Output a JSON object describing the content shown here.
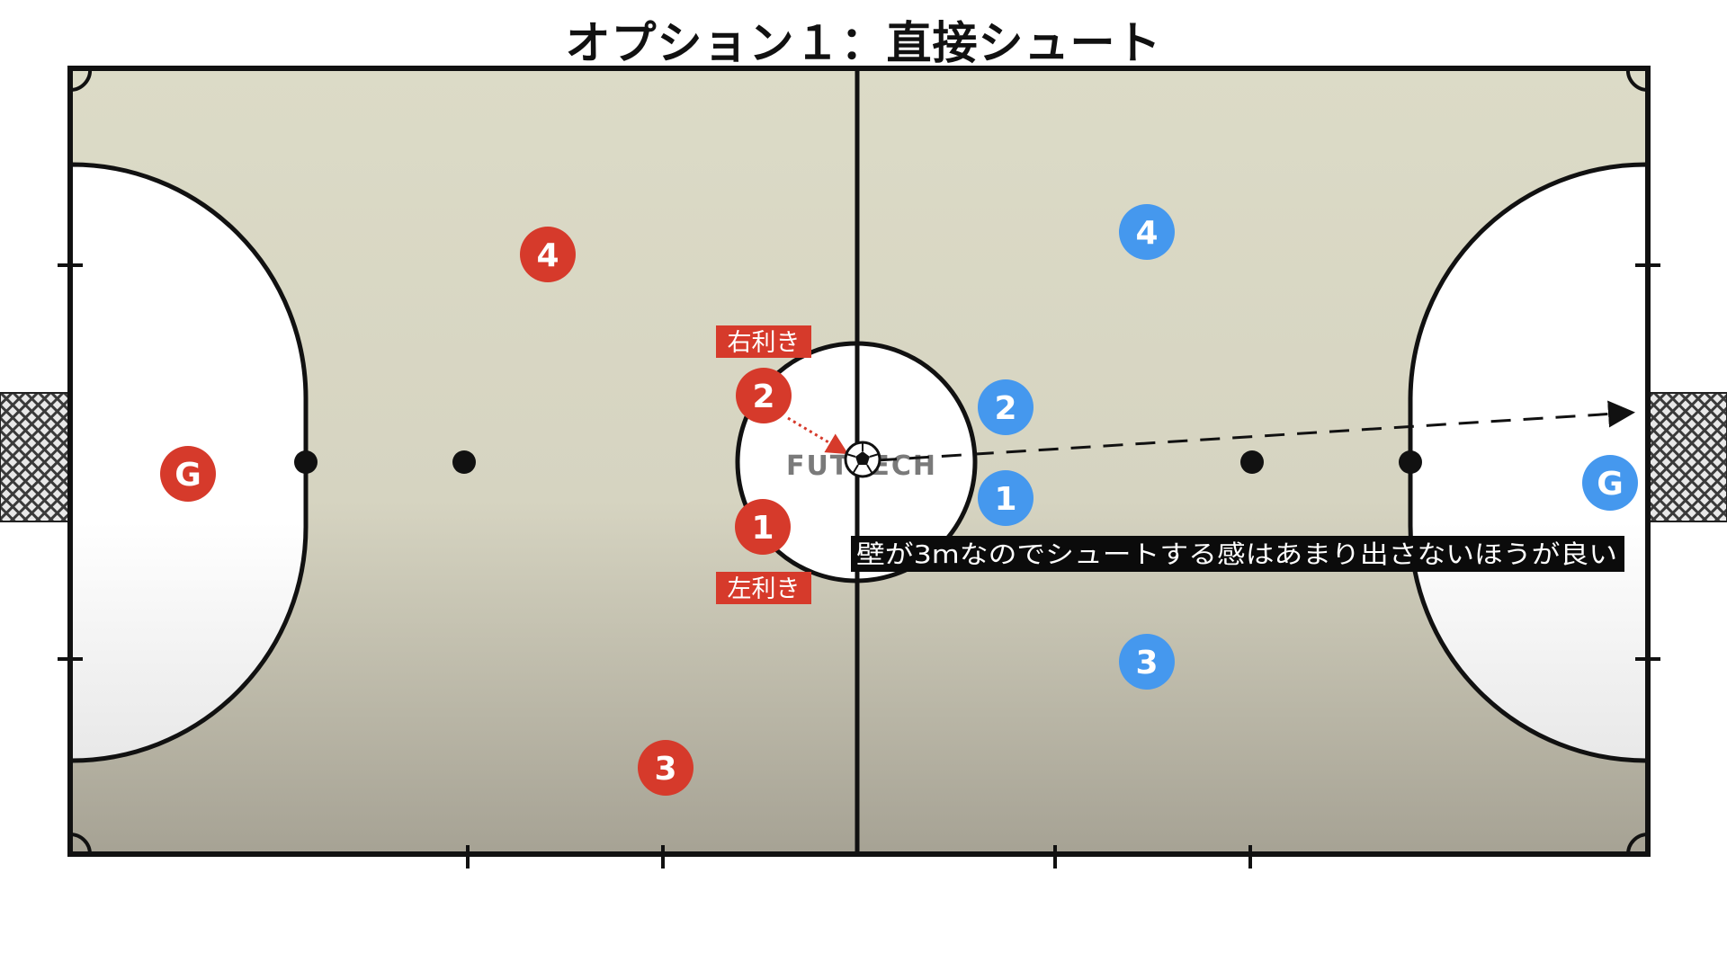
{
  "title": "オプション１：直接シュート",
  "watermark": "FUTTECH",
  "colors": {
    "red_team": "#d63a2b",
    "blue_team": "#4598ee",
    "court_top": "#dcdbc7",
    "court_bottom": "#a6a294",
    "line": "#111111",
    "label_bg": "#d63a2b",
    "note_bg": "#0b0b0b"
  },
  "red_players": [
    {
      "id": "G",
      "label": "G"
    },
    {
      "id": "1",
      "label": "1"
    },
    {
      "id": "2",
      "label": "2"
    },
    {
      "id": "3",
      "label": "3"
    },
    {
      "id": "4",
      "label": "4"
    }
  ],
  "blue_players": [
    {
      "id": "1",
      "label": "1"
    },
    {
      "id": "2",
      "label": "2"
    },
    {
      "id": "3",
      "label": "3"
    },
    {
      "id": "4",
      "label": "4"
    },
    {
      "id": "G",
      "label": "G"
    }
  ],
  "labels": {
    "right_footed": "右利き",
    "left_footed": "左利き"
  },
  "note": "壁が3mなのでシュートする感はあまり出さないほうが良い",
  "icons": {
    "ball": "soccer-ball-icon",
    "pass_arrow": "dotted-arrow",
    "shot_arrow": "dashed-arrow",
    "goal": "goal-net"
  }
}
